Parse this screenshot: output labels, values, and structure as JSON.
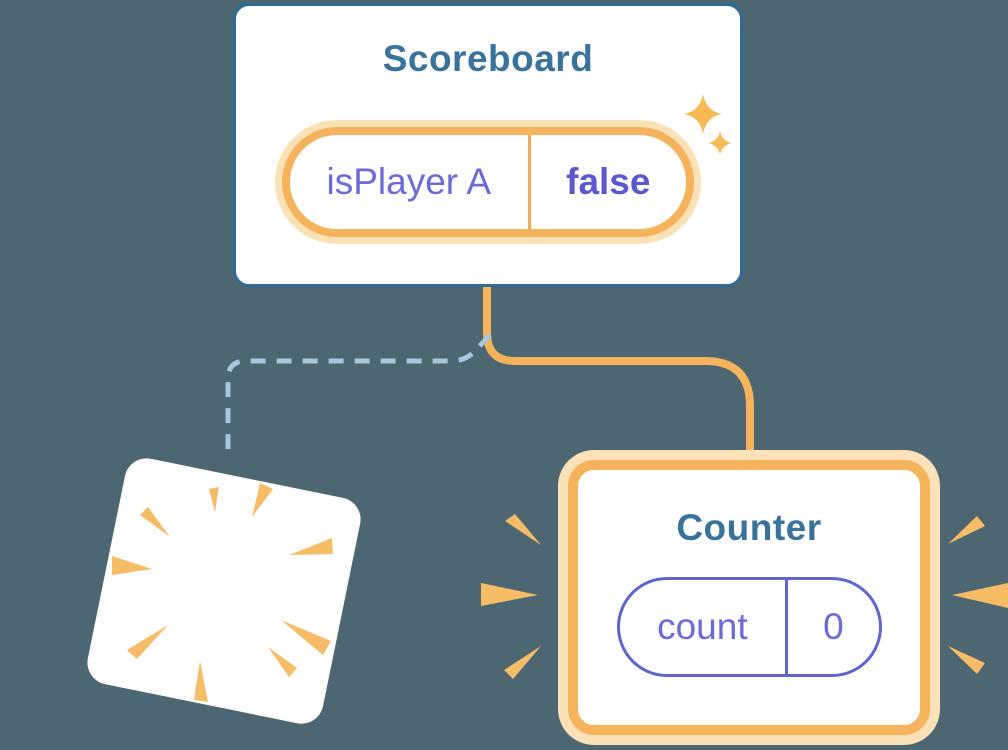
{
  "colors": {
    "background": "#4C6672",
    "card_white": "#FFFFFF",
    "scoreboard_border": "#2E6C96",
    "heading_blue": "#38739E",
    "state_label_purple": "#6D69D8",
    "state_value_purple": "#5B57D0",
    "pill_border_purple": "#6064CE",
    "connector_orange": "#F5B45C",
    "highlight_cream": "#FBE2B6",
    "dashed_connector_blue": "#A9C7DC",
    "burst_orange": "#F7BC66",
    "sparkle_orange": "#F7BA55"
  },
  "scoreboard": {
    "title": "Scoreboard",
    "state": {
      "label": "isPlayer A",
      "value": "false"
    }
  },
  "counter": {
    "title": "Counter",
    "state": {
      "label": "count",
      "value": "0"
    }
  },
  "icons": {
    "sparkle_large": "4-point-star",
    "sparkle_small": "4-point-star",
    "poof_burst": "radial-burst-wedges",
    "emphasis_left": "3-burst-wedges",
    "emphasis_right": "3-burst-wedges"
  }
}
